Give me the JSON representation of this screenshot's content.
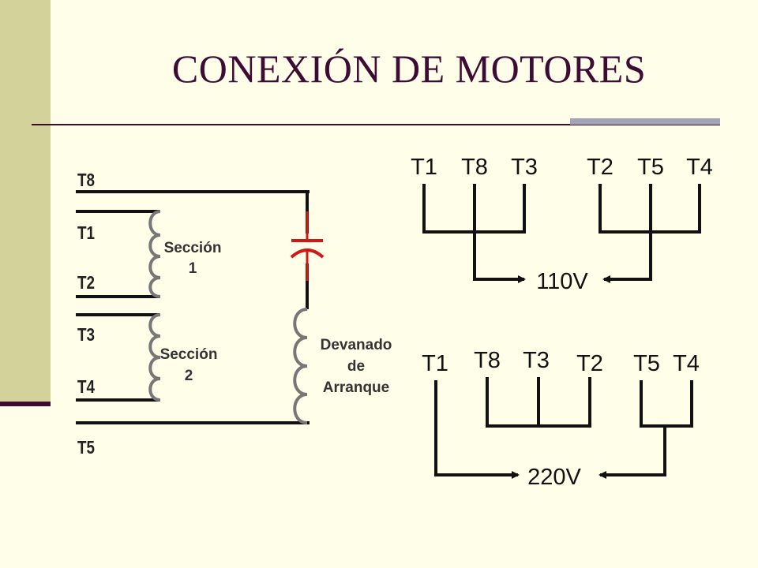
{
  "slide": {
    "title": "CONEXIÓN DE MOTORES"
  },
  "schematic": {
    "terminals": [
      "T8",
      "T1",
      "T2",
      "T3",
      "T4",
      "T5"
    ],
    "section1": {
      "line1": "Sección",
      "line2": "1"
    },
    "section2": {
      "line1": "Sección",
      "line2": "2"
    },
    "starting_winding": {
      "line1": "Devanado",
      "line2": "de",
      "line3": "Arranque"
    }
  },
  "connection_110": {
    "group_a": [
      "T1",
      "T8",
      "T3"
    ],
    "group_b": [
      "T2",
      "T5",
      "T4"
    ],
    "voltage": "110V"
  },
  "connection_220": {
    "terminals": [
      "T1",
      "T8",
      "T3",
      "T2",
      "T5",
      "T4"
    ],
    "voltage": "220V"
  },
  "colors": {
    "title": "#3E0B35",
    "background": "#FEFEE9",
    "side_band": "#D3D29A",
    "capacitor": "#D01818",
    "coil": "#777777"
  }
}
